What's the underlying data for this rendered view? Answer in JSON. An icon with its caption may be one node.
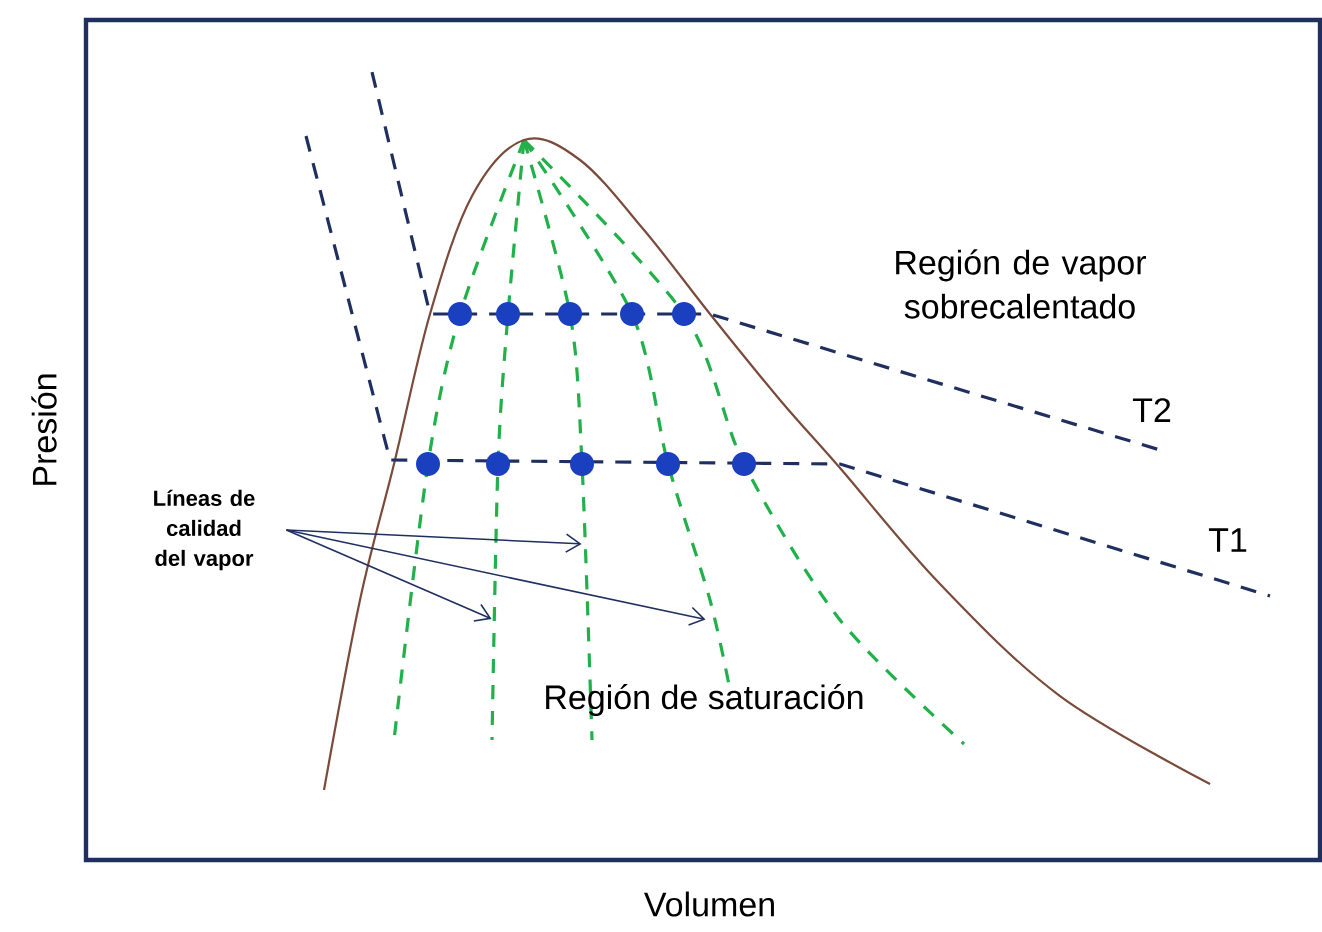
{
  "diagram": {
    "nodes": [
      {
        "text": [
          "Líneas de calidad del vapor"
        ]
      },
      {
        "text": [],
        "shape": "line"
      },
      {
        "text": [],
        "shape": "line"
      },
      {
        "text": [],
        "shape": "line"
      }
    ],
    "edges": [
      {
        "from": 0,
        "to": 2,
        "arrow": "to"
      },
      {
        "from": 0,
        "to": 1,
        "arrow": "to"
      },
      {
        "from": 0,
        "to": 3,
        "arrow": "to"
      }
    ],
    "labels": [
      "Región de vapor sobrecalentado",
      "T2",
      "T1",
      "Región de saturación",
      "Presión",
      "Volumen"
    ]
  }
}
